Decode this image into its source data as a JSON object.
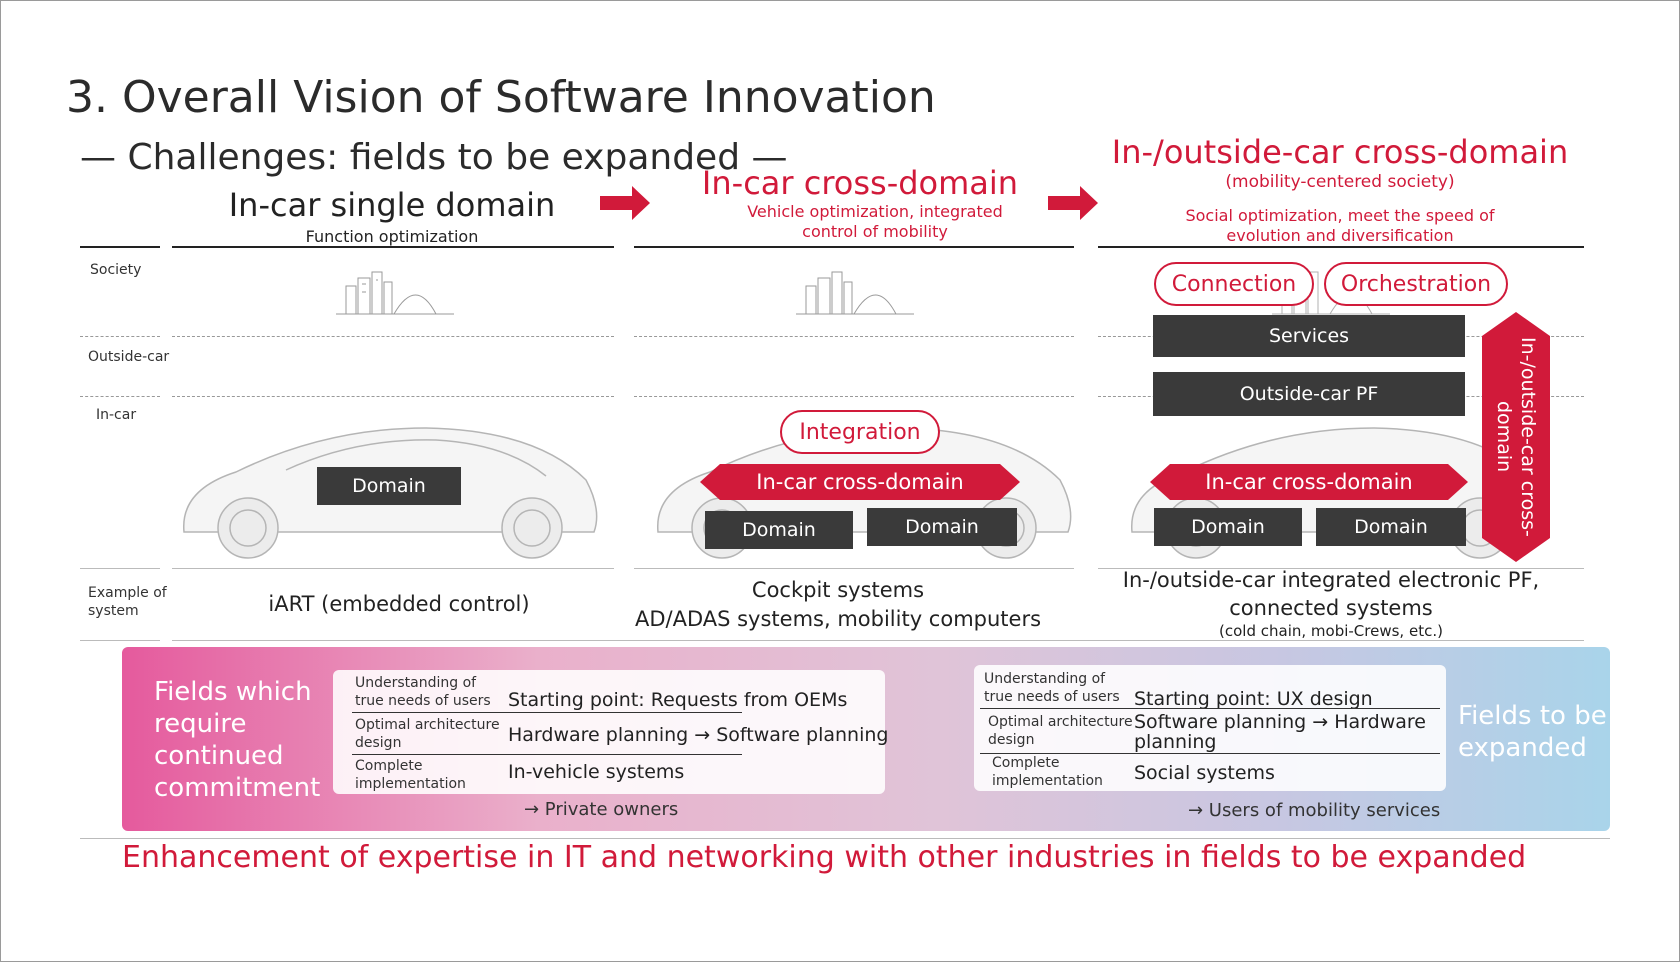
{
  "title": "3. Overall Vision of Software Innovation",
  "subtitle": "— Challenges: fields to be expanded —",
  "columns": [
    {
      "heading": "In-car single domain",
      "sub": "Function optimization"
    },
    {
      "heading": "In-car cross-domain",
      "sub1": "Vehicle optimization, integrated",
      "sub2": "control of mobility"
    },
    {
      "heading": "In-/outside-car cross-domain",
      "paren": "(mobility-centered society)",
      "sub1": "Social optimization, meet the speed of",
      "sub2": "evolution and diversification"
    }
  ],
  "rows": {
    "society": "Society",
    "outside_car": "Outside-car",
    "in_car": "In-car",
    "example1": "Example of",
    "example2": "system"
  },
  "col1": {
    "domain": "Domain",
    "example": "iART (embedded control)"
  },
  "col2": {
    "integration": "Integration",
    "cross": "In-car cross-domain",
    "domain_a": "Domain",
    "domain_b": "Domain",
    "example1": "Cockpit systems",
    "example2": "AD/ADAS systems, mobility computers"
  },
  "col3": {
    "connection": "Connection",
    "orchestration": "Orchestration",
    "services": "Services",
    "outside_pf": "Outside-car PF",
    "cross": "In-car cross-domain",
    "domain_a": "Domain",
    "domain_b": "Domain",
    "vertical": "In-/outside-car cross-domain",
    "example1": "In-/outside-car integrated electronic PF,",
    "example2": "connected systems",
    "example3": "(cold chain, mobi-Crews, etc.)"
  },
  "band": {
    "left_label": [
      "Fields which",
      "require",
      "continued",
      "commitment"
    ],
    "right_label": [
      "Fields to be",
      "expanded"
    ],
    "left_card": {
      "r1_small": [
        "Understanding of",
        "true needs of users"
      ],
      "r1_big": "Starting point: Requests from OEMs",
      "r2_small": [
        "Optimal architecture",
        "design"
      ],
      "r2_big": "Hardware planning → Software planning",
      "r3_small": [
        "Complete",
        "implementation"
      ],
      "r3_big": "In-vehicle systems",
      "target": "→ Private owners"
    },
    "right_card": {
      "r1_small": [
        "Understanding of",
        "true needs of users"
      ],
      "r1_big": "Starting point: UX design",
      "r2_small": [
        "Optimal architecture",
        "design"
      ],
      "r2_big": [
        "Software planning → Hardware",
        "planning"
      ],
      "r3_small": [
        "Complete",
        "implementation"
      ],
      "r3_big": "Social systems",
      "target": "→ Users of mobility services"
    }
  },
  "footer": "Enhancement of expertise in IT and networking with other industries in fields to be expanded",
  "colors": {
    "accent": "#d11a3a",
    "dark_box": "#3a3a3a",
    "text": "#222222"
  }
}
